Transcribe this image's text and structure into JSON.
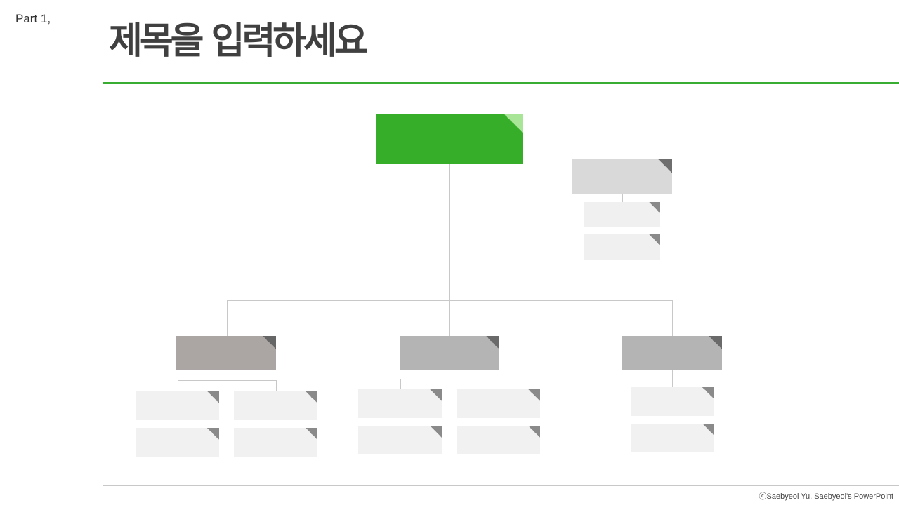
{
  "header": {
    "part_label": "Part 1,",
    "title": "제목을 입력하세요"
  },
  "footer": {
    "copyright": "ⓒSaebyeol Yu. Saebyeol's PowerPoint"
  },
  "colors": {
    "accent": "#39ac32",
    "root_box": "#37ae29",
    "branch_box": "#b4b4b4",
    "branch_box_warm": "#aba6a4",
    "assistant_box": "#d9d9d9",
    "leaf_box": "#f1f1f1",
    "connector": "#c8c8c8"
  },
  "org_chart": {
    "root": {
      "label": ""
    },
    "assistant": {
      "label": "",
      "children": [
        {
          "label": ""
        },
        {
          "label": ""
        }
      ]
    },
    "branches": [
      {
        "label": "",
        "children": [
          {
            "label": ""
          },
          {
            "label": ""
          },
          {
            "label": ""
          },
          {
            "label": ""
          }
        ]
      },
      {
        "label": "",
        "children": [
          {
            "label": ""
          },
          {
            "label": ""
          },
          {
            "label": ""
          },
          {
            "label": ""
          }
        ]
      },
      {
        "label": "",
        "children": [
          {
            "label": ""
          },
          {
            "label": ""
          }
        ]
      }
    ]
  }
}
